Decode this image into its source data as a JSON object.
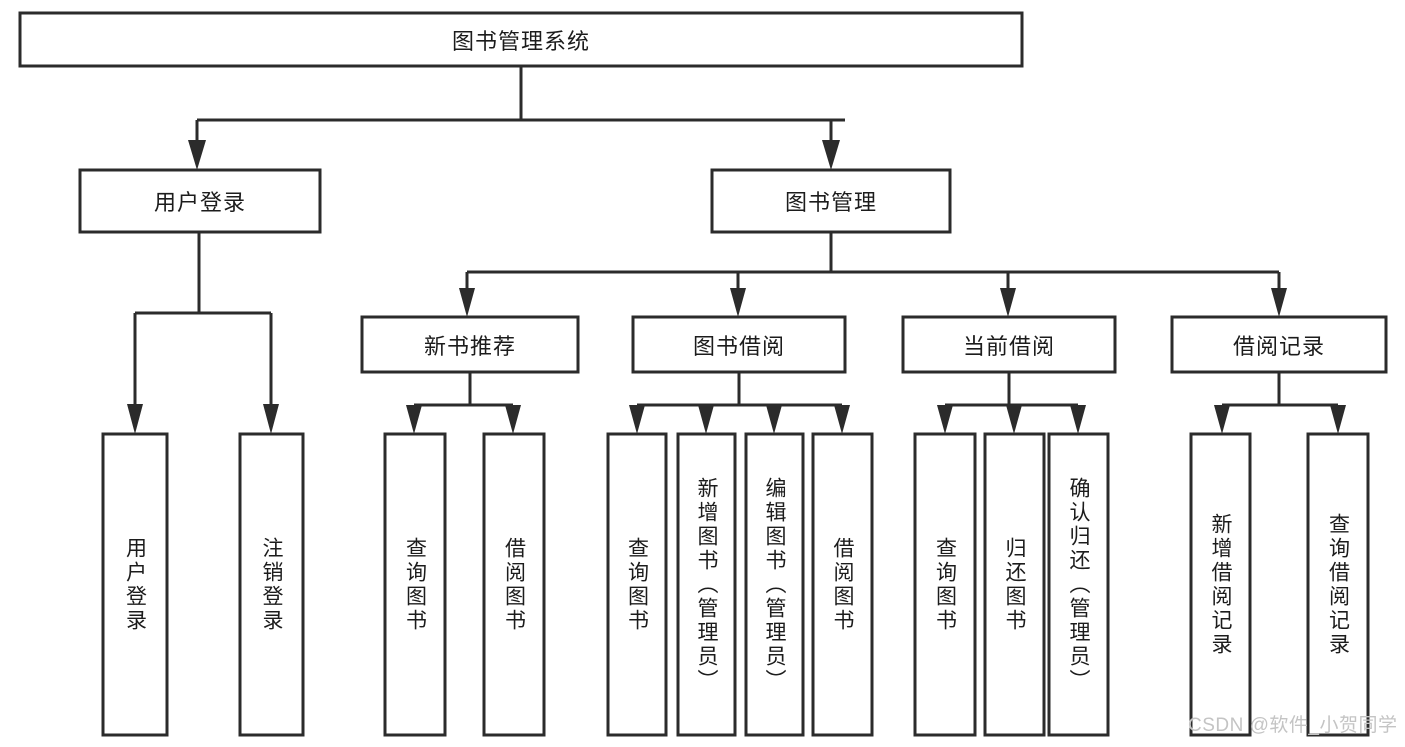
{
  "diagram": {
    "type": "tree-hierarchy-chart",
    "title": "图书管理系统",
    "orientation": "top-down",
    "colors": {
      "background": "#ffffff",
      "box_stroke": "#2b2b2b",
      "box_fill": "#ffffff",
      "text": "#1c1c1c",
      "watermark": "#c4c4c4"
    },
    "watermark": "CSDN @软件_小贺同学",
    "levels": {
      "root": "图书管理系统",
      "level2": [
        "用户登录",
        "图书管理"
      ],
      "level3": [
        "新书推荐",
        "图书借阅",
        "当前借阅",
        "借阅记录"
      ]
    },
    "nodes": {
      "root": {
        "label": "图书管理系统",
        "level": 1
      },
      "user_login": {
        "label": "用户登录",
        "level": 2
      },
      "book_manage": {
        "label": "图书管理",
        "level": 2
      },
      "new_book_rec": {
        "label": "新书推荐",
        "level": 3
      },
      "book_borrow": {
        "label": "图书借阅",
        "level": 3
      },
      "current_borrow": {
        "label": "当前借阅",
        "level": 3
      },
      "borrow_record": {
        "label": "借阅记录",
        "level": 3
      },
      "leaf_user_login": {
        "label": "用户登录",
        "level": 4
      },
      "leaf_logout": {
        "label": "注销登录",
        "level": 4
      },
      "leaf_query_book_1": {
        "label": "查询图书",
        "level": 4
      },
      "leaf_borrow_book_1": {
        "label": "借阅图书",
        "level": 4
      },
      "leaf_query_book_2": {
        "label": "查询图书",
        "level": 4
      },
      "leaf_add_book": {
        "label": "新增图书（管理员）",
        "level": 4
      },
      "leaf_edit_book": {
        "label": "编辑图书（管理员）",
        "level": 4
      },
      "leaf_borrow_book_2": {
        "label": "借阅图书",
        "level": 4
      },
      "leaf_query_book_3": {
        "label": "查询图书",
        "level": 4
      },
      "leaf_return_book": {
        "label": "归还图书",
        "level": 4
      },
      "leaf_confirm_return": {
        "label": "确认归还（管理员）",
        "level": 4
      },
      "leaf_add_record": {
        "label": "新增借阅记录",
        "level": 4
      },
      "leaf_query_record": {
        "label": "查询借阅记录",
        "level": 4
      }
    }
  }
}
